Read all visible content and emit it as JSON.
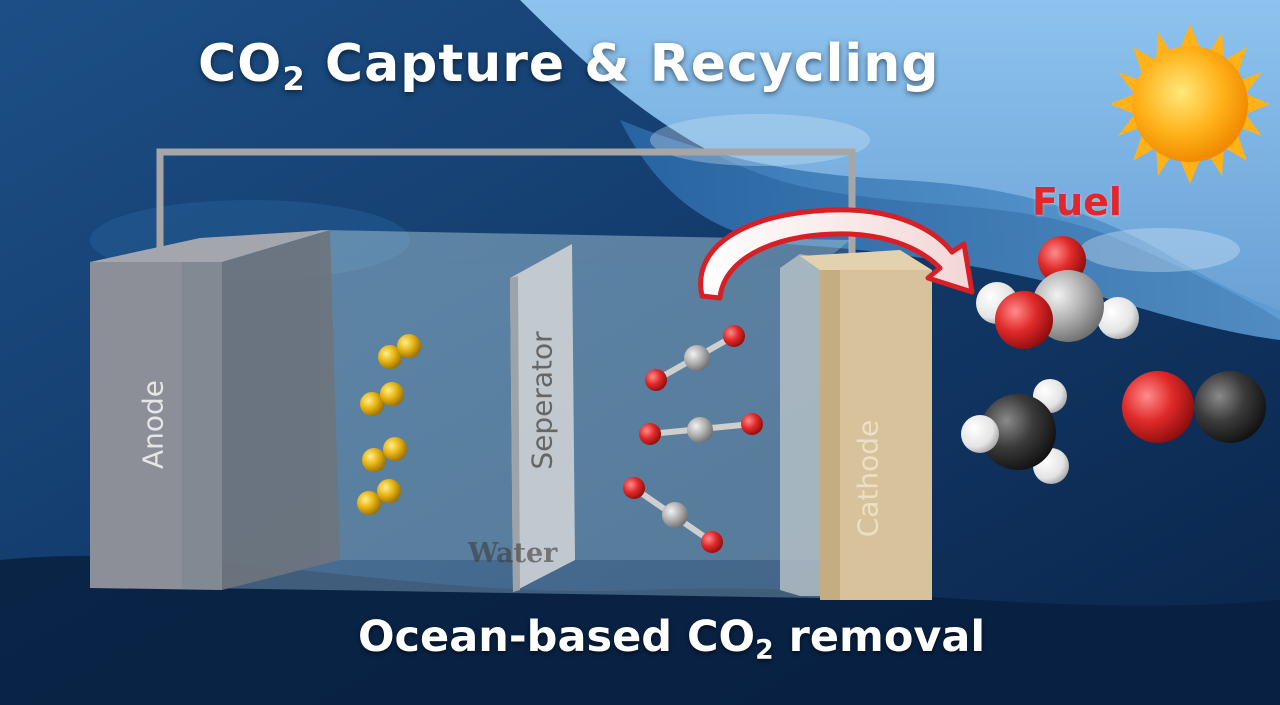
{
  "title": {
    "main": "CO",
    "sub": "2",
    "rest": " Capture & Recycling"
  },
  "caption": {
    "main": "Ocean-based CO",
    "sub": "2",
    "rest": " removal"
  },
  "labels": {
    "anode": "Anode",
    "separator": "Seperator",
    "cathode": "Cathode",
    "water": "Water",
    "fuel": "Fuel"
  },
  "colors": {
    "title_text": "#ffffff",
    "fuel_text": "#e2262c",
    "ocean_dark": "#0a2a55",
    "ocean_light": "#3f7fc0",
    "sky": "#7fb6e6",
    "anode_plate": "#8c8f97",
    "cathode_plate": "#d8c29c",
    "separator_plate": "#c8ccd2",
    "oxygen_atom": "#d62a2a",
    "carbon_atom": "#8a8a8a",
    "dark_carbon_atom": "#2e2e2e",
    "hydrogen_atom": "#ffffff",
    "metal_ion": "#e1ad12",
    "sun_core": "#ffb21a",
    "arrow": "#d81f26"
  },
  "icons": {
    "sun": "sun-icon",
    "arrow": "curved-arrow-icon",
    "wire": "circuit-wire",
    "co2": "co2-molecule-icon",
    "formic_acid": "formic-acid-molecule-icon",
    "methane": "methane-molecule-icon",
    "co": "carbon-monoxide-molecule-icon",
    "ion": "metal-ion-pair-icon"
  }
}
